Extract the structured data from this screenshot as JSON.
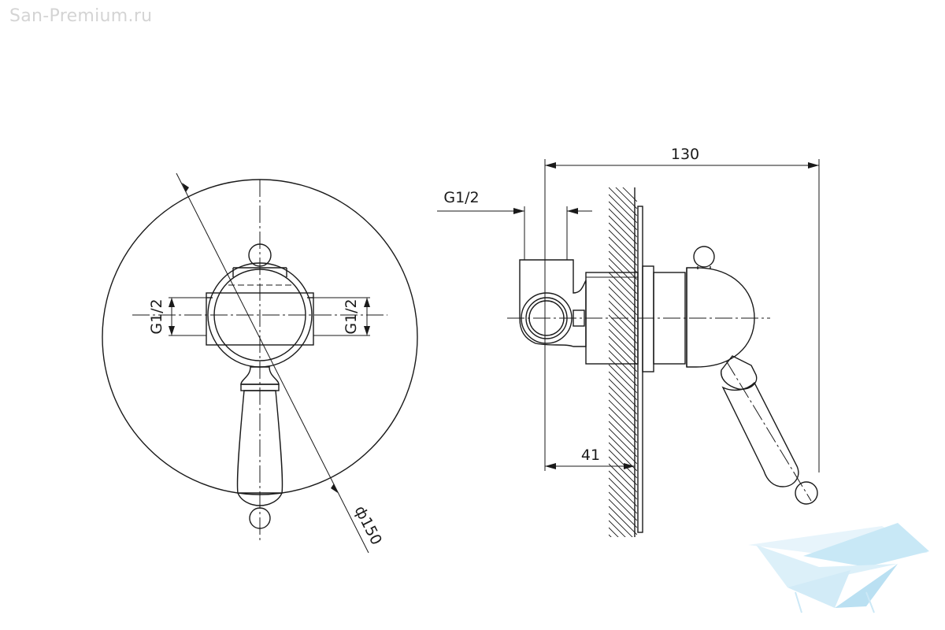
{
  "watermark": {
    "text": "San-Premium.ru"
  },
  "front_view": {
    "left_port_label": "G1/2",
    "right_port_label": "G1/2",
    "diameter_label": "ф150"
  },
  "side_view": {
    "overall_length_label": "130",
    "inlet_label": "G1/2",
    "wall_depth_label": "41"
  },
  "logo": {
    "name": "bathtub-logo",
    "colors": [
      "#a8d8ef",
      "#d6eef9"
    ]
  }
}
